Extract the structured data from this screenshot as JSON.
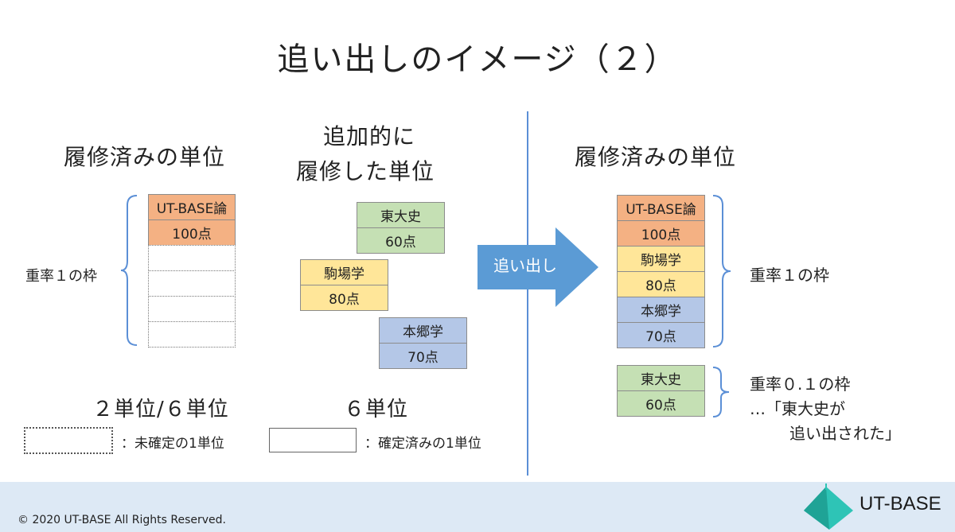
{
  "slide": {
    "title": "追い出しのイメージ（２）",
    "left": {
      "heading": "履修済みの単位",
      "frame_label": "重率１の枠",
      "cells": [
        "UT-BASE論",
        "100点",
        "",
        "",
        "",
        ""
      ],
      "count_label": "２単位/６単位"
    },
    "middle": {
      "heading_line1": "追加的に",
      "heading_line2": "履修した単位",
      "blocks": [
        {
          "name": "東大史",
          "score": "60点"
        },
        {
          "name": "駒場学",
          "score": "80点"
        },
        {
          "name": "本郷学",
          "score": "70点"
        }
      ],
      "count_label": "６単位"
    },
    "arrow_label": "追い出し",
    "right": {
      "heading": "履修済みの単位",
      "main_cells": [
        "UT-BASE論",
        "100点",
        "駒場学",
        "80点",
        "本郷学",
        "70点"
      ],
      "main_frame_label": "重率１の枠",
      "secondary_cells": [
        "東大史",
        "60点"
      ],
      "secondary_label_line1": "重率０.１の枠",
      "secondary_label_line2": "…「東大史が",
      "secondary_label_line3": "追い出された」"
    },
    "legend": {
      "undetermined": "：未確定の1単位",
      "determined": "：確定済みの1単位"
    },
    "footer": {
      "copyright": "© 2020 UT-BASE All Rights Reserved.",
      "logo_text": "UT-BASE"
    },
    "colors": {
      "orange": "#f4b183",
      "yellow": "#ffe699",
      "green": "#c5e0b4",
      "blue": "#b4c7e7",
      "arrow": "#5b9bd5",
      "logo": "#2ec4b6"
    }
  }
}
